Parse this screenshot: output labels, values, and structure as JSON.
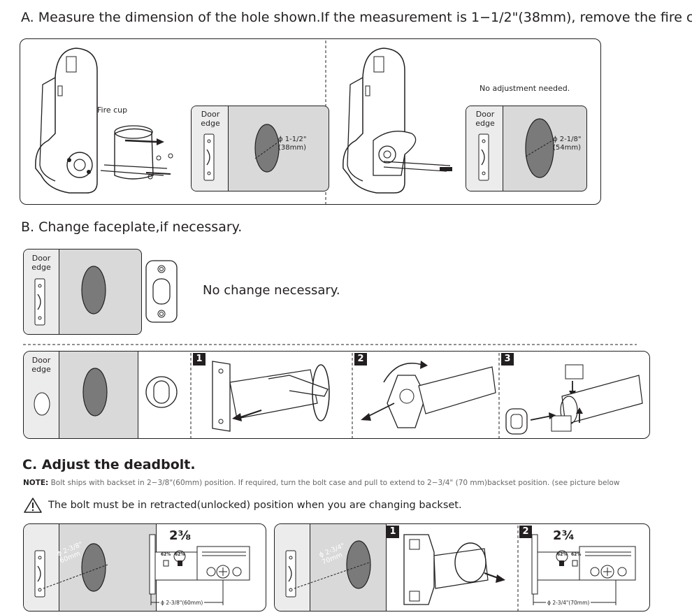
{
  "section_a": {
    "heading": "A. Measure the dimension of the hole shown.If the measurement is 1−1/2\"(38mm), remove the fire c",
    "fire_cup_label": "Fire cup",
    "no_adjustment_label": "No adjustment needed.",
    "door_edge_label_1": "Door",
    "door_edge_label_2": "edge",
    "hole_small_dim": "ϕ 1-1/2\"",
    "hole_small_mm": "(38mm)",
    "hole_large_dim": "ϕ 2-1/8\"",
    "hole_large_mm": "(54mm)"
  },
  "section_b": {
    "heading": "B. Change faceplate,if necessary.",
    "no_change_text": "No change necessary.",
    "door_edge_label_1": "Door",
    "door_edge_label_2": "edge",
    "steps": [
      "1",
      "2",
      "3"
    ]
  },
  "section_c": {
    "heading": "C. Adjust the deadbolt.",
    "note_label": "NOTE:",
    "note_text": " Bolt ships with backset in 2−3/8\"(60mm) position. If required, turn the bolt case and pull to extend to 2−3/4\" (70 mm)backset position. (see picture below",
    "warning_text": "The bolt must be in retracted(unlocked) position when you are changing backset.",
    "left_dim": "ϕ 2-3/8\"",
    "left_mm": "60mm",
    "left_fraction": "2⅜",
    "left_backset_label": "ϕ 2-3/8\"(60mm)",
    "right_dim": "ϕ 2-3/4\"",
    "right_mm": "70mm",
    "right_fraction": "2¾",
    "right_backset_label": "ϕ 2-3/4\"(70mm)",
    "pct_a": "62%",
    "pct_b": "62%",
    "steps": [
      "1",
      "2"
    ]
  }
}
